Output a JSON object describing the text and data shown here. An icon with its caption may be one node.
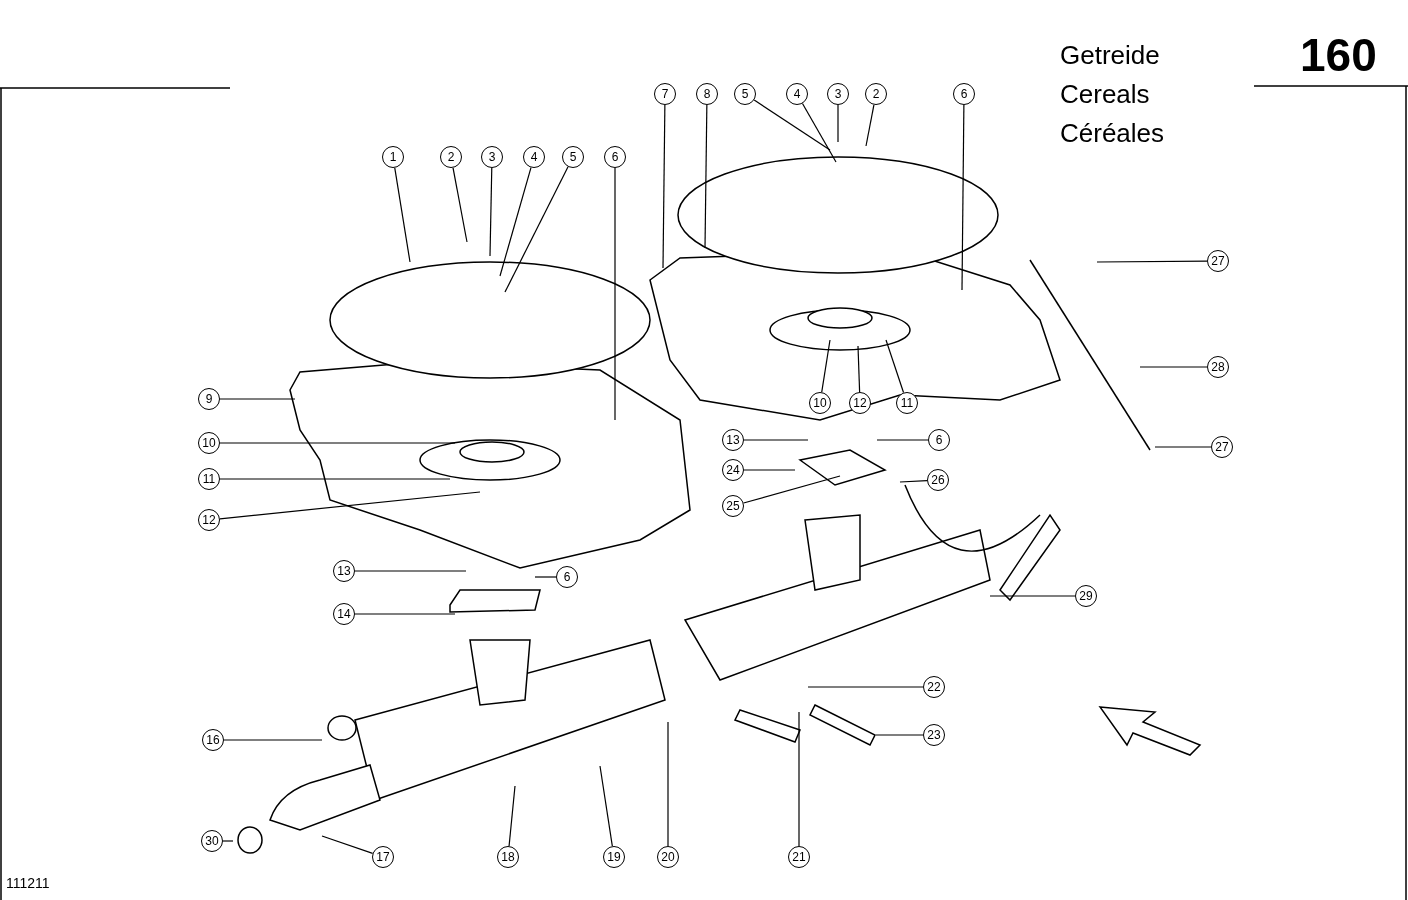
{
  "diagram": {
    "nodes": [
      {
        "text": [
          "7"
        ]
      },
      {
        "text": [
          "8"
        ]
      },
      {
        "text": [
          "5"
        ]
      },
      {
        "text": [
          "4"
        ]
      },
      {
        "text": [
          "3"
        ]
      },
      {
        "text": [
          "2"
        ]
      },
      {
        "text": [
          "6"
        ]
      },
      {
        "text": [
          "1"
        ]
      },
      {
        "text": [
          "2"
        ]
      },
      {
        "text": [
          "3"
        ]
      },
      {
        "text": [
          "4"
        ]
      },
      {
        "text": [
          "5"
        ]
      },
      {
        "text": [
          "6"
        ]
      },
      {
        "text": [
          "27"
        ]
      },
      {
        "text": [
          "28"
        ]
      },
      {
        "text": [
          "9"
        ]
      },
      {
        "text": [
          "10"
        ]
      },
      {
        "text": [
          "12"
        ]
      },
      {
        "text": [
          "11"
        ]
      },
      {
        "text": [
          "13"
        ]
      },
      {
        "text": [
          "6"
        ]
      },
      {
        "text": [
          "10"
        ]
      },
      {
        "text": [
          "27"
        ]
      },
      {
        "text": [
          "24"
        ]
      },
      {
        "text": [
          "11"
        ]
      },
      {
        "text": [
          "26"
        ]
      },
      {
        "text": [
          "25"
        ]
      },
      {
        "text": [
          "12"
        ]
      },
      {
        "text": [
          "13"
        ]
      },
      {
        "text": [
          "6"
        ]
      },
      {
        "text": [
          "29"
        ]
      },
      {
        "text": [
          "14"
        ]
      },
      {
        "text": [
          "22"
        ]
      },
      {
        "text": [
          "23"
        ]
      },
      {
        "text": [
          "16"
        ]
      },
      {
        "text": [
          "30"
        ]
      },
      {
        "text": [
          "17"
        ]
      },
      {
        "text": [
          "18"
        ]
      },
      {
        "text": [
          "19"
        ]
      },
      {
        "text": [
          "20"
        ]
      },
      {
        "text": [
          "21"
        ]
      }
    ],
    "edges": [
      {
        "from": 0,
        "to": null,
        "arrow": "none"
      },
      {
        "from": 1,
        "to": null,
        "arrow": "none"
      },
      {
        "from": 2,
        "to": null,
        "arrow": "none"
      },
      {
        "from": 3,
        "to": null,
        "arrow": "none"
      },
      {
        "from": 4,
        "to": null,
        "arrow": "none"
      },
      {
        "from": 5,
        "to": null,
        "arrow": "none"
      },
      {
        "from": 6,
        "to": null,
        "arrow": "none"
      },
      {
        "from": 7,
        "to": null,
        "arrow": "none"
      },
      {
        "from": 8,
        "to": null,
        "arrow": "none"
      },
      {
        "from": 9,
        "to": null,
        "arrow": "none"
      },
      {
        "from": 10,
        "to": null,
        "arrow": "none"
      },
      {
        "from": 11,
        "to": null,
        "arrow": "none"
      },
      {
        "from": 12,
        "to": null,
        "arrow": "none"
      },
      {
        "from": 13,
        "to": null,
        "arrow": "none"
      },
      {
        "from": 14,
        "to": null,
        "arrow": "none"
      },
      {
        "from": 15,
        "to": null,
        "arrow": "none"
      },
      {
        "from": 16,
        "to": null,
        "arrow": "none"
      },
      {
        "from": 17,
        "to": null,
        "arrow": "none"
      },
      {
        "from": 18,
        "to": null,
        "arrow": "none"
      },
      {
        "from": 19,
        "to": null,
        "arrow": "none"
      },
      {
        "from": 20,
        "to": null,
        "arrow": "none"
      },
      {
        "from": 21,
        "to": null,
        "arrow": "none"
      },
      {
        "from": 22,
        "to": null,
        "arrow": "none"
      },
      {
        "from": 23,
        "to": null,
        "arrow": "none"
      },
      {
        "from": 24,
        "to": null,
        "arrow": "none"
      },
      {
        "from": 25,
        "to": null,
        "arrow": "none"
      },
      {
        "from": 26,
        "to": null,
        "arrow": "none"
      },
      {
        "from": 27,
        "to": null,
        "arrow": "none"
      },
      {
        "from": 28,
        "to": null,
        "arrow": "none"
      },
      {
        "from": 29,
        "to": null,
        "arrow": "none"
      },
      {
        "from": 30,
        "to": null,
        "arrow": "none"
      },
      {
        "from": 31,
        "to": null,
        "arrow": "none"
      },
      {
        "from": 32,
        "to": null,
        "arrow": "none"
      },
      {
        "from": 33,
        "to": null,
        "arrow": "none"
      },
      {
        "from": 34,
        "to": null,
        "arrow": "none"
      },
      {
        "from": 35,
        "to": null,
        "arrow": "none"
      },
      {
        "from": 36,
        "to": null,
        "arrow": "none"
      },
      {
        "from": 37,
        "to": null,
        "arrow": "none"
      },
      {
        "from": 38,
        "to": null,
        "arrow": "none"
      },
      {
        "from": 39,
        "to": null,
        "arrow": "none"
      },
      {
        "from": 40,
        "to": null,
        "arrow": "none"
      }
    ],
    "labels": [
      "160",
      "Getreide",
      "Cereals",
      "Céréales",
      "111211"
    ]
  }
}
